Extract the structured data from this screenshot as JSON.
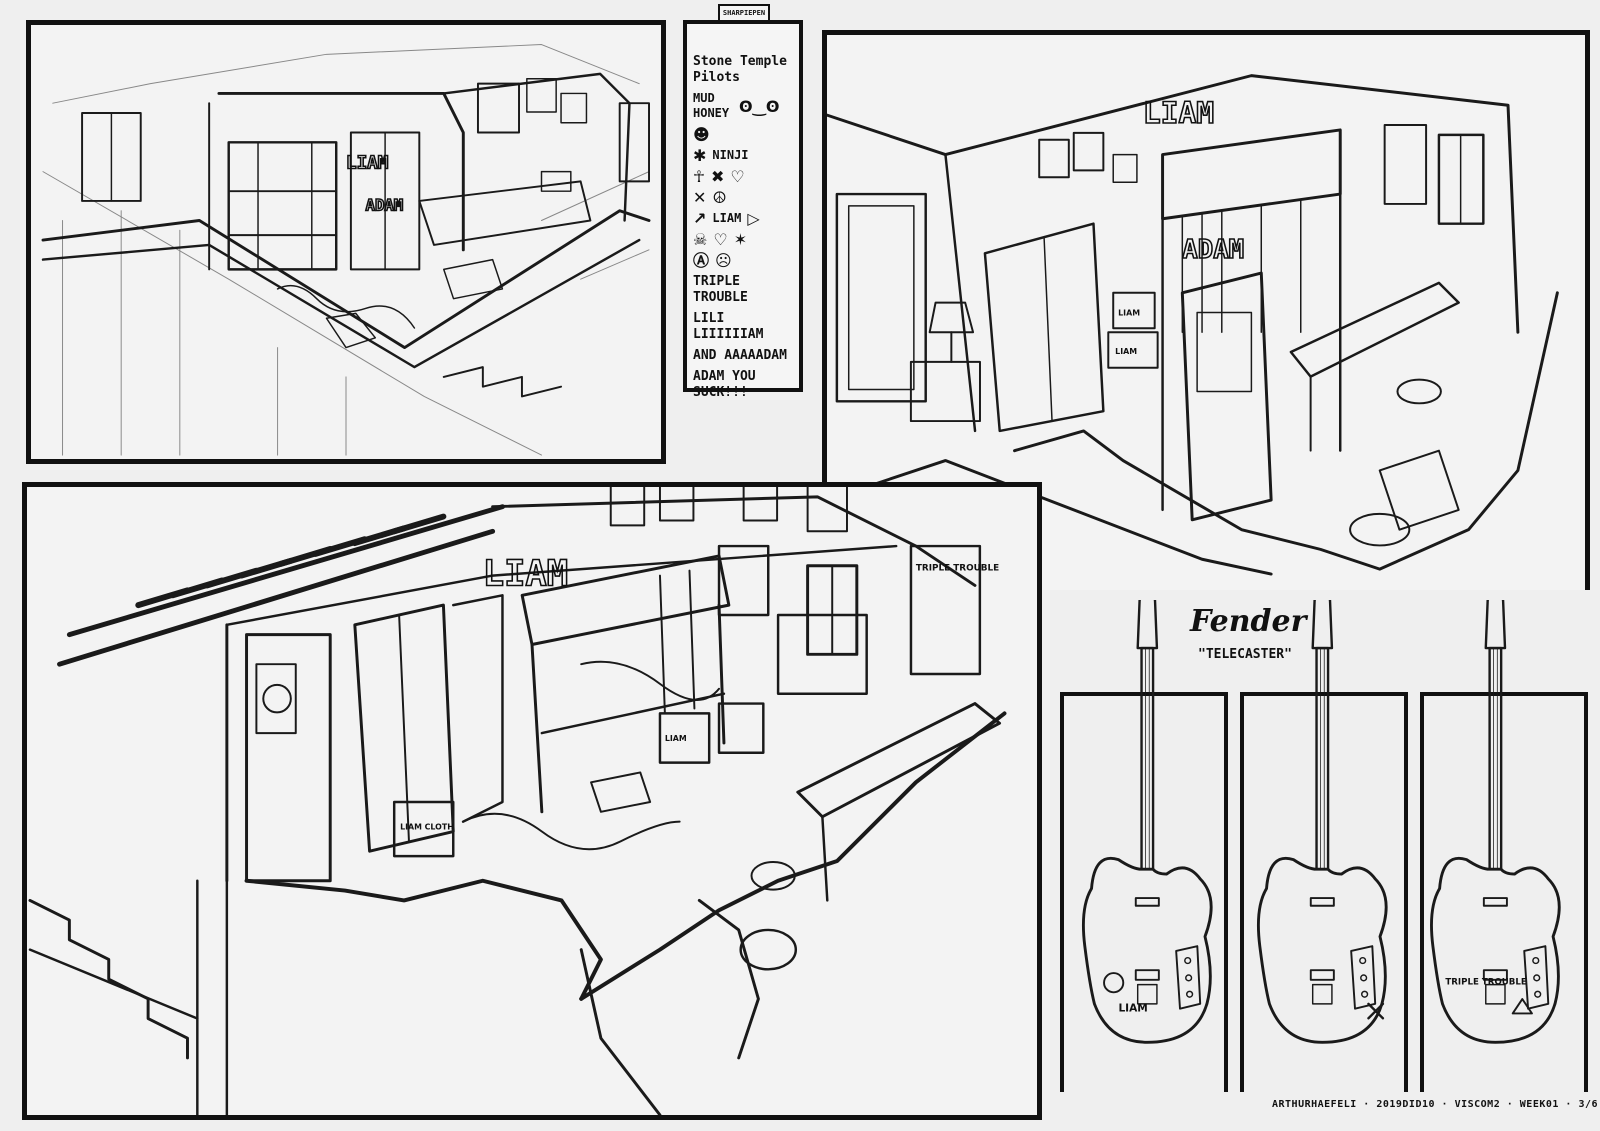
{
  "doodle_sheet": {
    "title": "SHARPIEPEN DOODLES",
    "lines": [
      "Stone Temple Pilots",
      "MUD HONEY",
      "NINJI",
      "LIAM",
      "TRIPLE TROUBLE",
      "LILI LIIIIIIAM",
      "AND AAAAADAM",
      "ADAM YOU SUCK!!!"
    ]
  },
  "room_labels": {
    "name_liam": "LIAM",
    "name_adam": "ADAM",
    "poster_triple_trouble": "TRIPLE TROUBLE",
    "box_liam": "LIAM",
    "box_liam_cloth": "LIAM CLOTH"
  },
  "guitar_panel": {
    "brand": "Fender",
    "model": "\"TELECASTER\"",
    "guitar_1_tag": "LIAM",
    "guitar_3_tag": "TRIPLE TROUBLE"
  },
  "signature": "ARTHURHAEFELI · 2019DID10 · VISCOM2 · WEEK01 · 3/6"
}
